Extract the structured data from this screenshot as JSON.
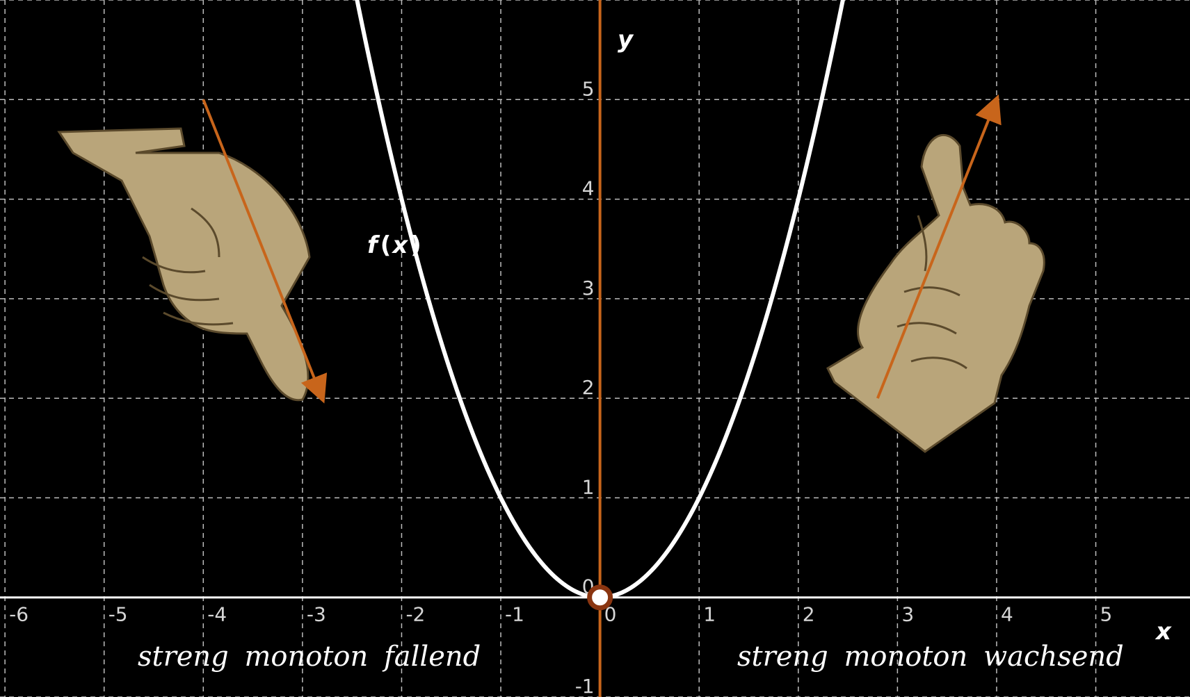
{
  "colors": {
    "background": "#000000",
    "grid": "#bdbdbd",
    "curve": "#ffffff",
    "accent": "#c8651b",
    "hand": "#b9a57a"
  },
  "graph": {
    "function_label": {
      "name": "f",
      "open": "(",
      "var": "x",
      "close": ")"
    },
    "x_axis_label": "x",
    "y_axis_label": "y",
    "x_tick_labels": [
      "-6",
      "-5",
      "-4",
      "-3",
      "-2",
      "-1",
      "0",
      "1",
      "2",
      "3",
      "4",
      "5"
    ],
    "y_tick_labels": [
      "-1",
      "0",
      "1",
      "2",
      "3",
      "4",
      "5"
    ],
    "xlim": [
      -6.05,
      5.95
    ],
    "ylim": [
      -1.0,
      6.0
    ],
    "grid": true,
    "origin_marker": "circle"
  },
  "chart_data": {
    "type": "line",
    "series": [
      {
        "function": "x^2",
        "domain": [
          -3.05,
          3.5
        ]
      }
    ],
    "arrows": [
      {
        "direction": "down",
        "from": [
          -4.0,
          5.0
        ],
        "to": [
          -2.8,
          2.0
        ]
      },
      {
        "direction": "up",
        "from": [
          2.8,
          2.0
        ],
        "to": [
          4.0,
          5.0
        ]
      }
    ],
    "xlim": [
      -6.05,
      5.95
    ],
    "ylim": [
      -1.0,
      6.0
    ],
    "grid": true
  },
  "captions": {
    "left": "streng  monoton  fallend",
    "right": "streng  monoton  wachsend"
  },
  "icons": {
    "left_hand": "pointing-hand-down-icon",
    "right_hand": "pointing-hand-up-icon"
  }
}
